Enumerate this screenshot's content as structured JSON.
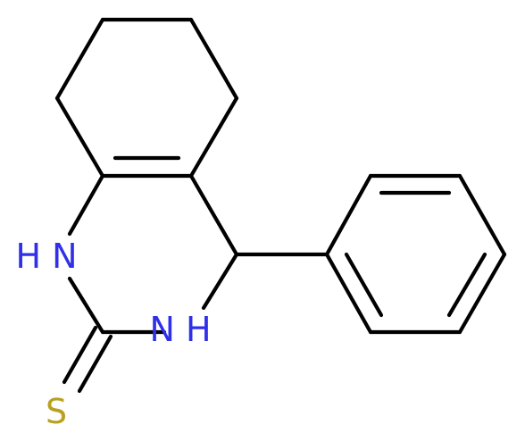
{
  "atoms": {
    "n1": {
      "label": "H N",
      "element": "N"
    },
    "n3": {
      "label": "N H",
      "element": "N"
    },
    "s": {
      "label": "S",
      "element": "S"
    }
  },
  "colors": {
    "bond": "#000000",
    "nitrogen": "#3030e8",
    "sulfur": "#b8a020",
    "background": "#ffffff"
  }
}
